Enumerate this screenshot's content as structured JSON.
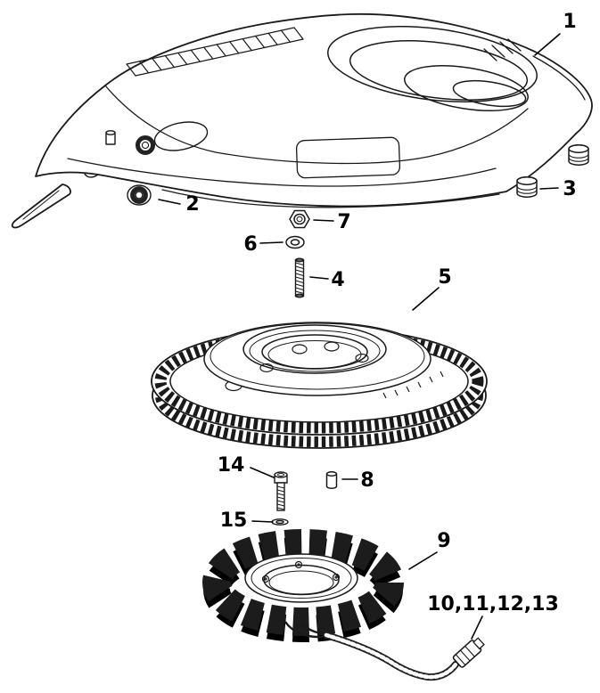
{
  "figure": {
    "type": "exploded-parts-diagram",
    "background_color": "#ffffff",
    "line_color": "#1a1a1a",
    "callouts": [
      {
        "text": "1",
        "target": "engine-cover"
      },
      {
        "text": "2",
        "target": "grommet"
      },
      {
        "text": "3",
        "target": "rubber-mounts"
      },
      {
        "text": "4",
        "target": "stud"
      },
      {
        "text": "5",
        "target": "flywheel-ring-gear"
      },
      {
        "text": "6",
        "target": "washer"
      },
      {
        "text": "7",
        "target": "nut"
      },
      {
        "text": "8",
        "target": "spacer"
      },
      {
        "text": "9",
        "target": "stator"
      },
      {
        "text": "10,11,12,13",
        "target": "stator-wiring-connector"
      },
      {
        "text": "14",
        "target": "screw"
      },
      {
        "text": "15",
        "target": "lock-washer"
      }
    ]
  }
}
